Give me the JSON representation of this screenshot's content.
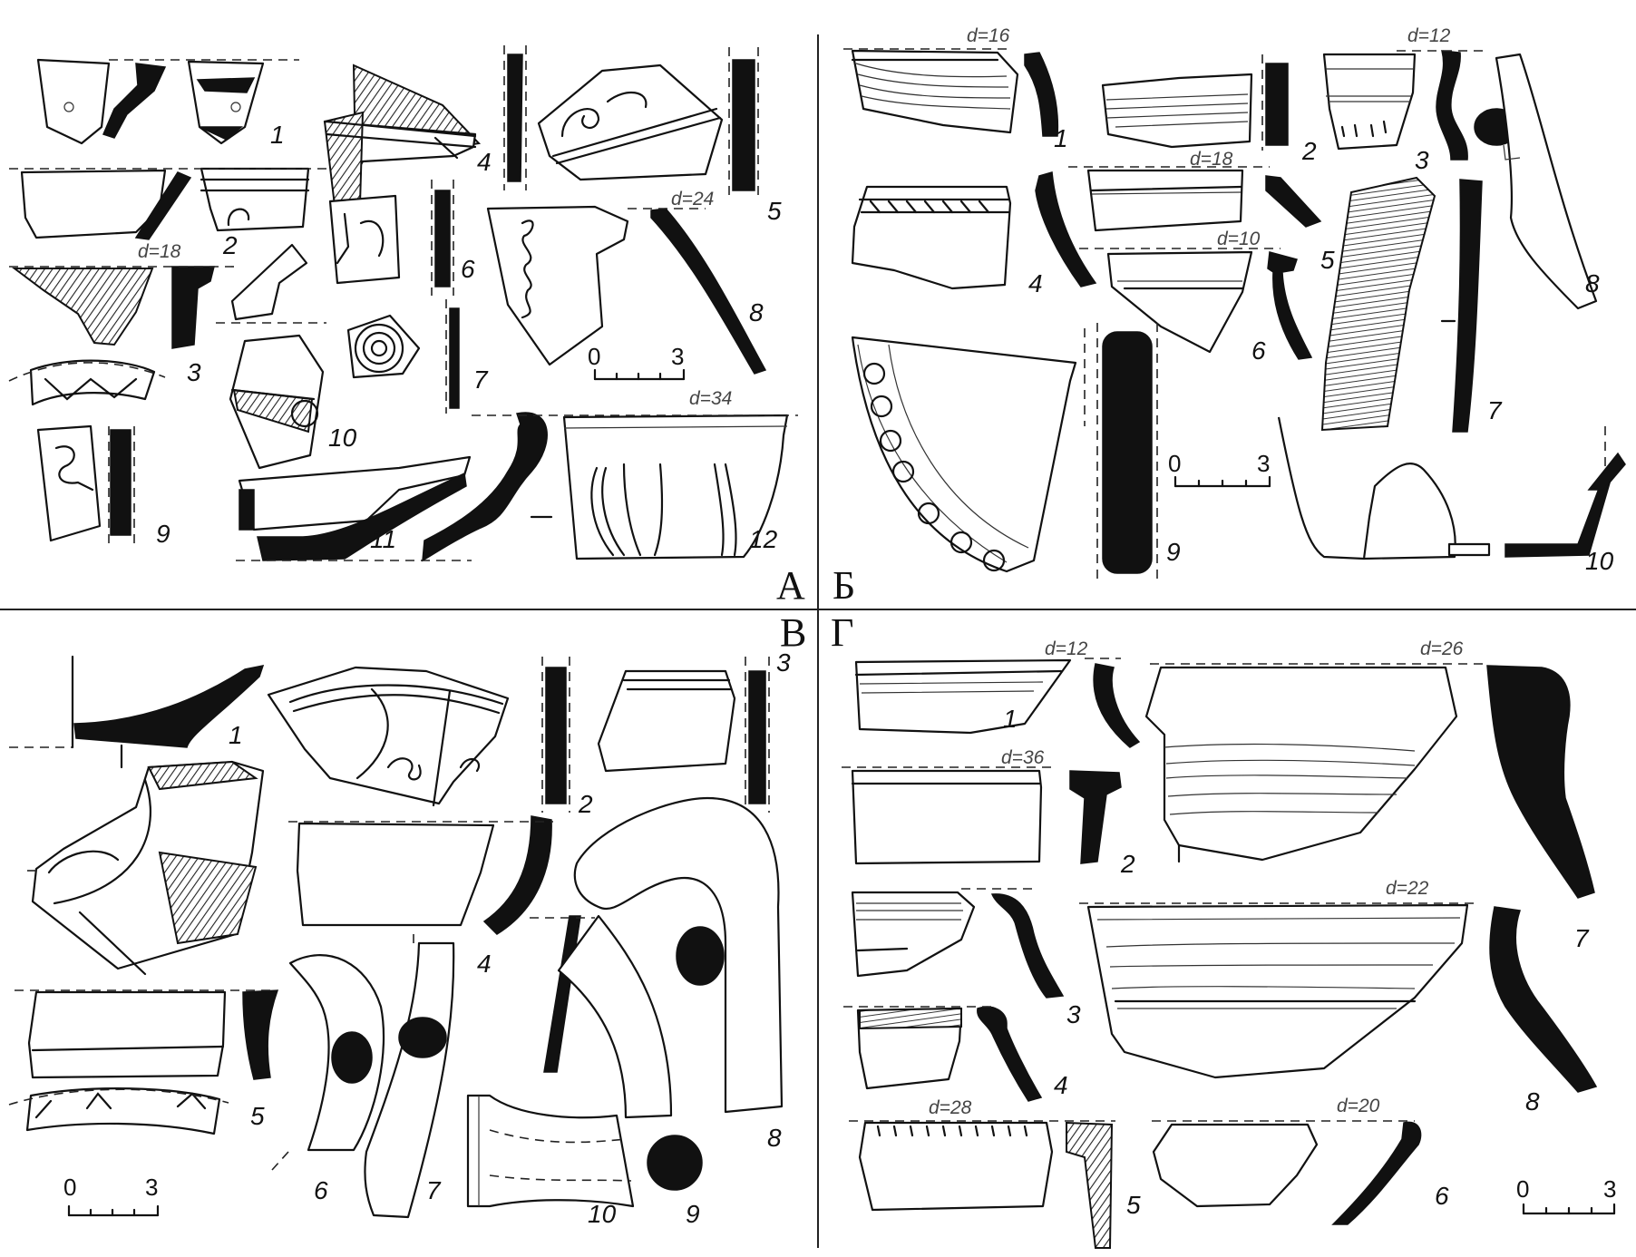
{
  "panels": {
    "A": {
      "letter": "А",
      "numbers": [
        "1",
        "2",
        "3",
        "4",
        "5",
        "6",
        "7",
        "8",
        "9",
        "10",
        "11",
        "12"
      ],
      "diameters": [
        "d=18",
        "d=24",
        "d=34"
      ],
      "scale": {
        "zero": "0",
        "three": "3"
      }
    },
    "B": {
      "letter": "Б",
      "numbers": [
        "1",
        "2",
        "3",
        "4",
        "5",
        "6",
        "7",
        "8",
        "9",
        "10"
      ],
      "diameters": [
        "d=16",
        "d=12",
        "d=18",
        "d=10"
      ],
      "scale": {
        "zero": "0",
        "three": "3"
      }
    },
    "V": {
      "letter": "В",
      "numbers": [
        "1",
        "2",
        "3",
        "4",
        "5",
        "6",
        "7",
        "8",
        "9",
        "10"
      ],
      "scale": {
        "zero": "0",
        "three": "3"
      }
    },
    "G": {
      "letter": "Г",
      "numbers": [
        "1",
        "2",
        "3",
        "4",
        "5",
        "6",
        "7",
        "8"
      ],
      "diameters": [
        "d=12",
        "d=36",
        "d=26",
        "d=22",
        "d=28",
        "d=20"
      ],
      "scale": {
        "zero": "0",
        "three": "3"
      }
    }
  }
}
